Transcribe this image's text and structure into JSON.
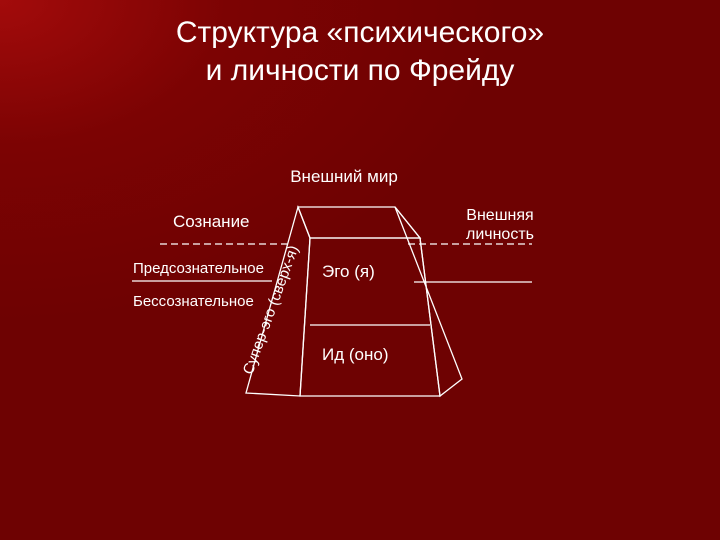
{
  "title": {
    "line1": "Структура «психического»",
    "line2": "и личности по Фрейду"
  },
  "diagram": {
    "outer_world": "Внешний мир",
    "consciousness": "Сознание",
    "external_personality_line1": "Внешняя",
    "external_personality_line2": "личность",
    "preconscious": "Предсознательное",
    "unconscious": "Бессознательное",
    "superego": "Супер-эго (сверх-я)",
    "ego": "Эго (я)",
    "id": "Ид (оно)"
  },
  "colors": {
    "background": "#7c0303",
    "foreground": "#ffffff"
  }
}
